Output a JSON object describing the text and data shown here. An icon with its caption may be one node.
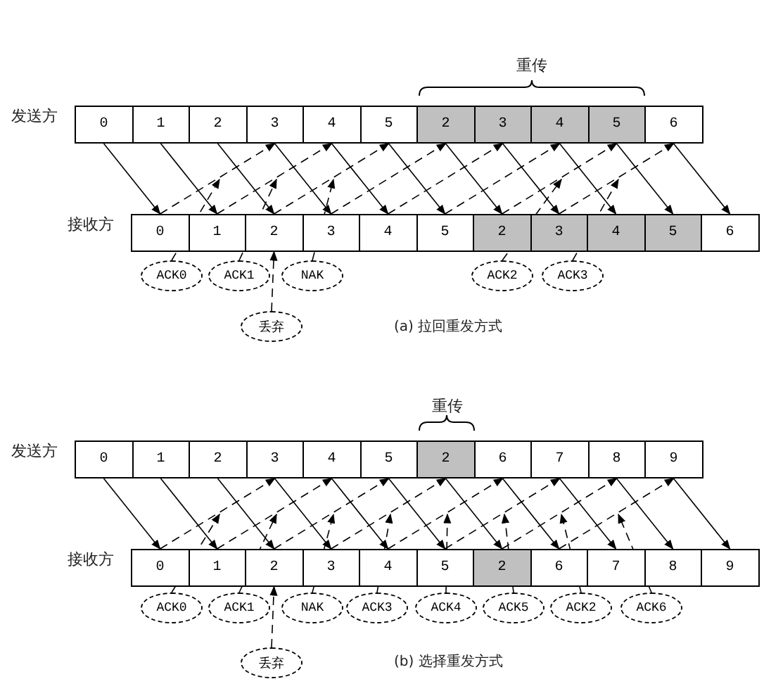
{
  "diagram": {
    "nodes": [
      {
        "text": [
          "0"
        ]
      },
      {
        "text": [
          "1"
        ]
      },
      {
        "text": [
          "2"
        ]
      },
      {
        "text": [
          "3"
        ]
      },
      {
        "text": [
          "4"
        ]
      },
      {
        "text": [
          "5"
        ]
      },
      {
        "text": [
          "2"
        ]
      },
      {
        "text": [
          "3"
        ]
      },
      {
        "text": [
          "4"
        ]
      },
      {
        "text": [
          "5"
        ]
      },
      {
        "text": [
          "6"
        ]
      },
      {
        "text": [
          "0"
        ]
      },
      {
        "text": [
          "1"
        ]
      },
      {
        "text": [
          "2"
        ]
      },
      {
        "text": [
          "3"
        ]
      },
      {
        "text": [
          "4"
        ]
      },
      {
        "text": [
          "5"
        ]
      },
      {
        "text": [
          "2"
        ]
      },
      {
        "text": [
          "3"
        ]
      },
      {
        "text": [
          "4"
        ]
      },
      {
        "text": [
          "5"
        ]
      },
      {
        "text": [
          "6"
        ]
      },
      {
        "text": [
          "ACK0"
        ]
      },
      {
        "text": [
          "ACK1"
        ]
      },
      {
        "text": [
          "NAK"
        ]
      },
      {
        "text": [
          "ACK2"
        ]
      },
      {
        "text": [
          "ACK3"
        ]
      },
      {
        "text": [
          "丢弃"
        ]
      },
      {
        "text": [
          "0"
        ]
      },
      {
        "text": [
          "1"
        ]
      },
      {
        "text": [
          "2"
        ]
      },
      {
        "text": [
          "3"
        ]
      },
      {
        "text": [
          "4"
        ]
      },
      {
        "text": [
          "5"
        ]
      },
      {
        "text": [
          "2"
        ]
      },
      {
        "text": [
          "6"
        ]
      },
      {
        "text": [
          "7"
        ]
      },
      {
        "text": [
          "8"
        ]
      },
      {
        "text": [
          "9"
        ]
      },
      {
        "text": [
          "0"
        ]
      },
      {
        "text": [
          "1"
        ]
      },
      {
        "text": [
          "2"
        ]
      },
      {
        "text": [
          "3"
        ]
      },
      {
        "text": [
          "4"
        ]
      },
      {
        "text": [
          "5"
        ]
      },
      {
        "text": [
          "2"
        ]
      },
      {
        "text": [
          "6"
        ]
      },
      {
        "text": [
          "7"
        ]
      },
      {
        "text": [
          "8"
        ]
      },
      {
        "text": [
          "9"
        ]
      },
      {
        "text": [
          "ACK0"
        ]
      },
      {
        "text": [
          "ACK1"
        ]
      },
      {
        "text": [
          "NAK"
        ]
      },
      {
        "text": [
          "ACK3"
        ]
      },
      {
        "text": [
          "ACK4"
        ]
      },
      {
        "text": [
          "ACK5"
        ]
      },
      {
        "text": [
          "ACK2"
        ]
      },
      {
        "text": [
          "ACK6"
        ]
      },
      {
        "text": [
          "丢弃"
        ]
      }
    ],
    "edges": [
      {
        "from": 0,
        "to": 11,
        "arrow": "to"
      },
      {
        "from": 1,
        "to": 12,
        "arrow": "to"
      },
      {
        "from": 2,
        "to": 13,
        "arrow": "to"
      },
      {
        "from": 3,
        "to": 14,
        "arrow": "to"
      },
      {
        "from": 4,
        "to": 15,
        "arrow": "to"
      },
      {
        "from": 5,
        "to": 16,
        "arrow": "to"
      },
      {
        "from": 6,
        "to": 17,
        "arrow": "to"
      },
      {
        "from": 7,
        "to": 18,
        "arrow": "to"
      },
      {
        "from": 8,
        "to": 19,
        "arrow": "to"
      },
      {
        "from": 9,
        "to": 20,
        "arrow": "to"
      },
      {
        "from": 10,
        "to": 21,
        "arrow": "to"
      },
      {
        "from": 11,
        "to": 3,
        "arrow": "to",
        "style": "dashed"
      },
      {
        "from": 12,
        "to": 4,
        "arrow": "to",
        "style": "dashed"
      },
      {
        "from": 13,
        "to": 5,
        "arrow": "to",
        "style": "dashed"
      },
      {
        "from": 14,
        "to": 6,
        "arrow": "to",
        "style": "dashed"
      },
      {
        "from": 15,
        "to": 7,
        "arrow": "to",
        "style": "dashed"
      },
      {
        "from": 16,
        "to": 8,
        "arrow": "to",
        "style": "dashed"
      },
      {
        "from": 17,
        "to": 9,
        "arrow": "to",
        "style": "dashed"
      },
      {
        "from": 18,
        "to": 10,
        "arrow": "to",
        "style": "dashed"
      },
      {
        "from": 22,
        "to": null,
        "arrow": "to",
        "style": "dashed"
      },
      {
        "from": 23,
        "to": null,
        "arrow": "to",
        "style": "dashed"
      },
      {
        "from": 24,
        "to": null,
        "arrow": "to",
        "style": "dashed"
      },
      {
        "from": 25,
        "to": null,
        "arrow": "to",
        "style": "dashed"
      },
      {
        "from": 26,
        "to": null,
        "arrow": "to",
        "style": "dashed"
      },
      {
        "from": 27,
        "to": 13,
        "arrow": "to",
        "style": "dashed"
      },
      {
        "from": 28,
        "to": 39,
        "arrow": "to"
      },
      {
        "from": 29,
        "to": 40,
        "arrow": "to"
      },
      {
        "from": 30,
        "to": 41,
        "arrow": "to"
      },
      {
        "from": 31,
        "to": 42,
        "arrow": "to"
      },
      {
        "from": 32,
        "to": 43,
        "arrow": "to"
      },
      {
        "from": 33,
        "to": 44,
        "arrow": "to"
      },
      {
        "from": 34,
        "to": 45,
        "arrow": "to"
      },
      {
        "from": 35,
        "to": 46,
        "arrow": "to"
      },
      {
        "from": 36,
        "to": 47,
        "arrow": "to"
      },
      {
        "from": 37,
        "to": 48,
        "arrow": "to"
      },
      {
        "from": 38,
        "to": 49,
        "arrow": "to"
      },
      {
        "from": 39,
        "to": 31,
        "arrow": "to",
        "style": "dashed"
      },
      {
        "from": 40,
        "to": 32,
        "arrow": "to",
        "style": "dashed"
      },
      {
        "from": 41,
        "to": 33,
        "arrow": "to",
        "style": "dashed"
      },
      {
        "from": 42,
        "to": 34,
        "arrow": "to",
        "style": "dashed"
      },
      {
        "from": 43,
        "to": 35,
        "arrow": "to",
        "style": "dashed"
      },
      {
        "from": 44,
        "to": 36,
        "arrow": "to",
        "style": "dashed"
      },
      {
        "from": 45,
        "to": 37,
        "arrow": "to",
        "style": "dashed"
      },
      {
        "from": 46,
        "to": 38,
        "arrow": "to",
        "style": "dashed"
      },
      {
        "from": 50,
        "to": null,
        "arrow": "to",
        "style": "dashed"
      },
      {
        "from": 51,
        "to": null,
        "arrow": "to",
        "style": "dashed"
      },
      {
        "from": 52,
        "to": null,
        "arrow": "to",
        "style": "dashed"
      },
      {
        "from": 53,
        "to": null,
        "arrow": "to",
        "style": "dashed"
      },
      {
        "from": 54,
        "to": null,
        "arrow": "to",
        "style": "dashed"
      },
      {
        "from": 55,
        "to": null,
        "arrow": "to",
        "style": "dashed"
      },
      {
        "from": 56,
        "to": null,
        "arrow": "to",
        "style": "dashed"
      },
      {
        "from": 57,
        "to": null,
        "arrow": "to",
        "style": "dashed"
      },
      {
        "from": 58,
        "to": 41,
        "arrow": "to",
        "style": "dashed"
      }
    ],
    "labels": [
      "重传",
      "发送方",
      "接收方",
      "(a) 拉回重发方式",
      "重传",
      "发送方",
      "接收方",
      "(b) 选择重发方式"
    ]
  }
}
